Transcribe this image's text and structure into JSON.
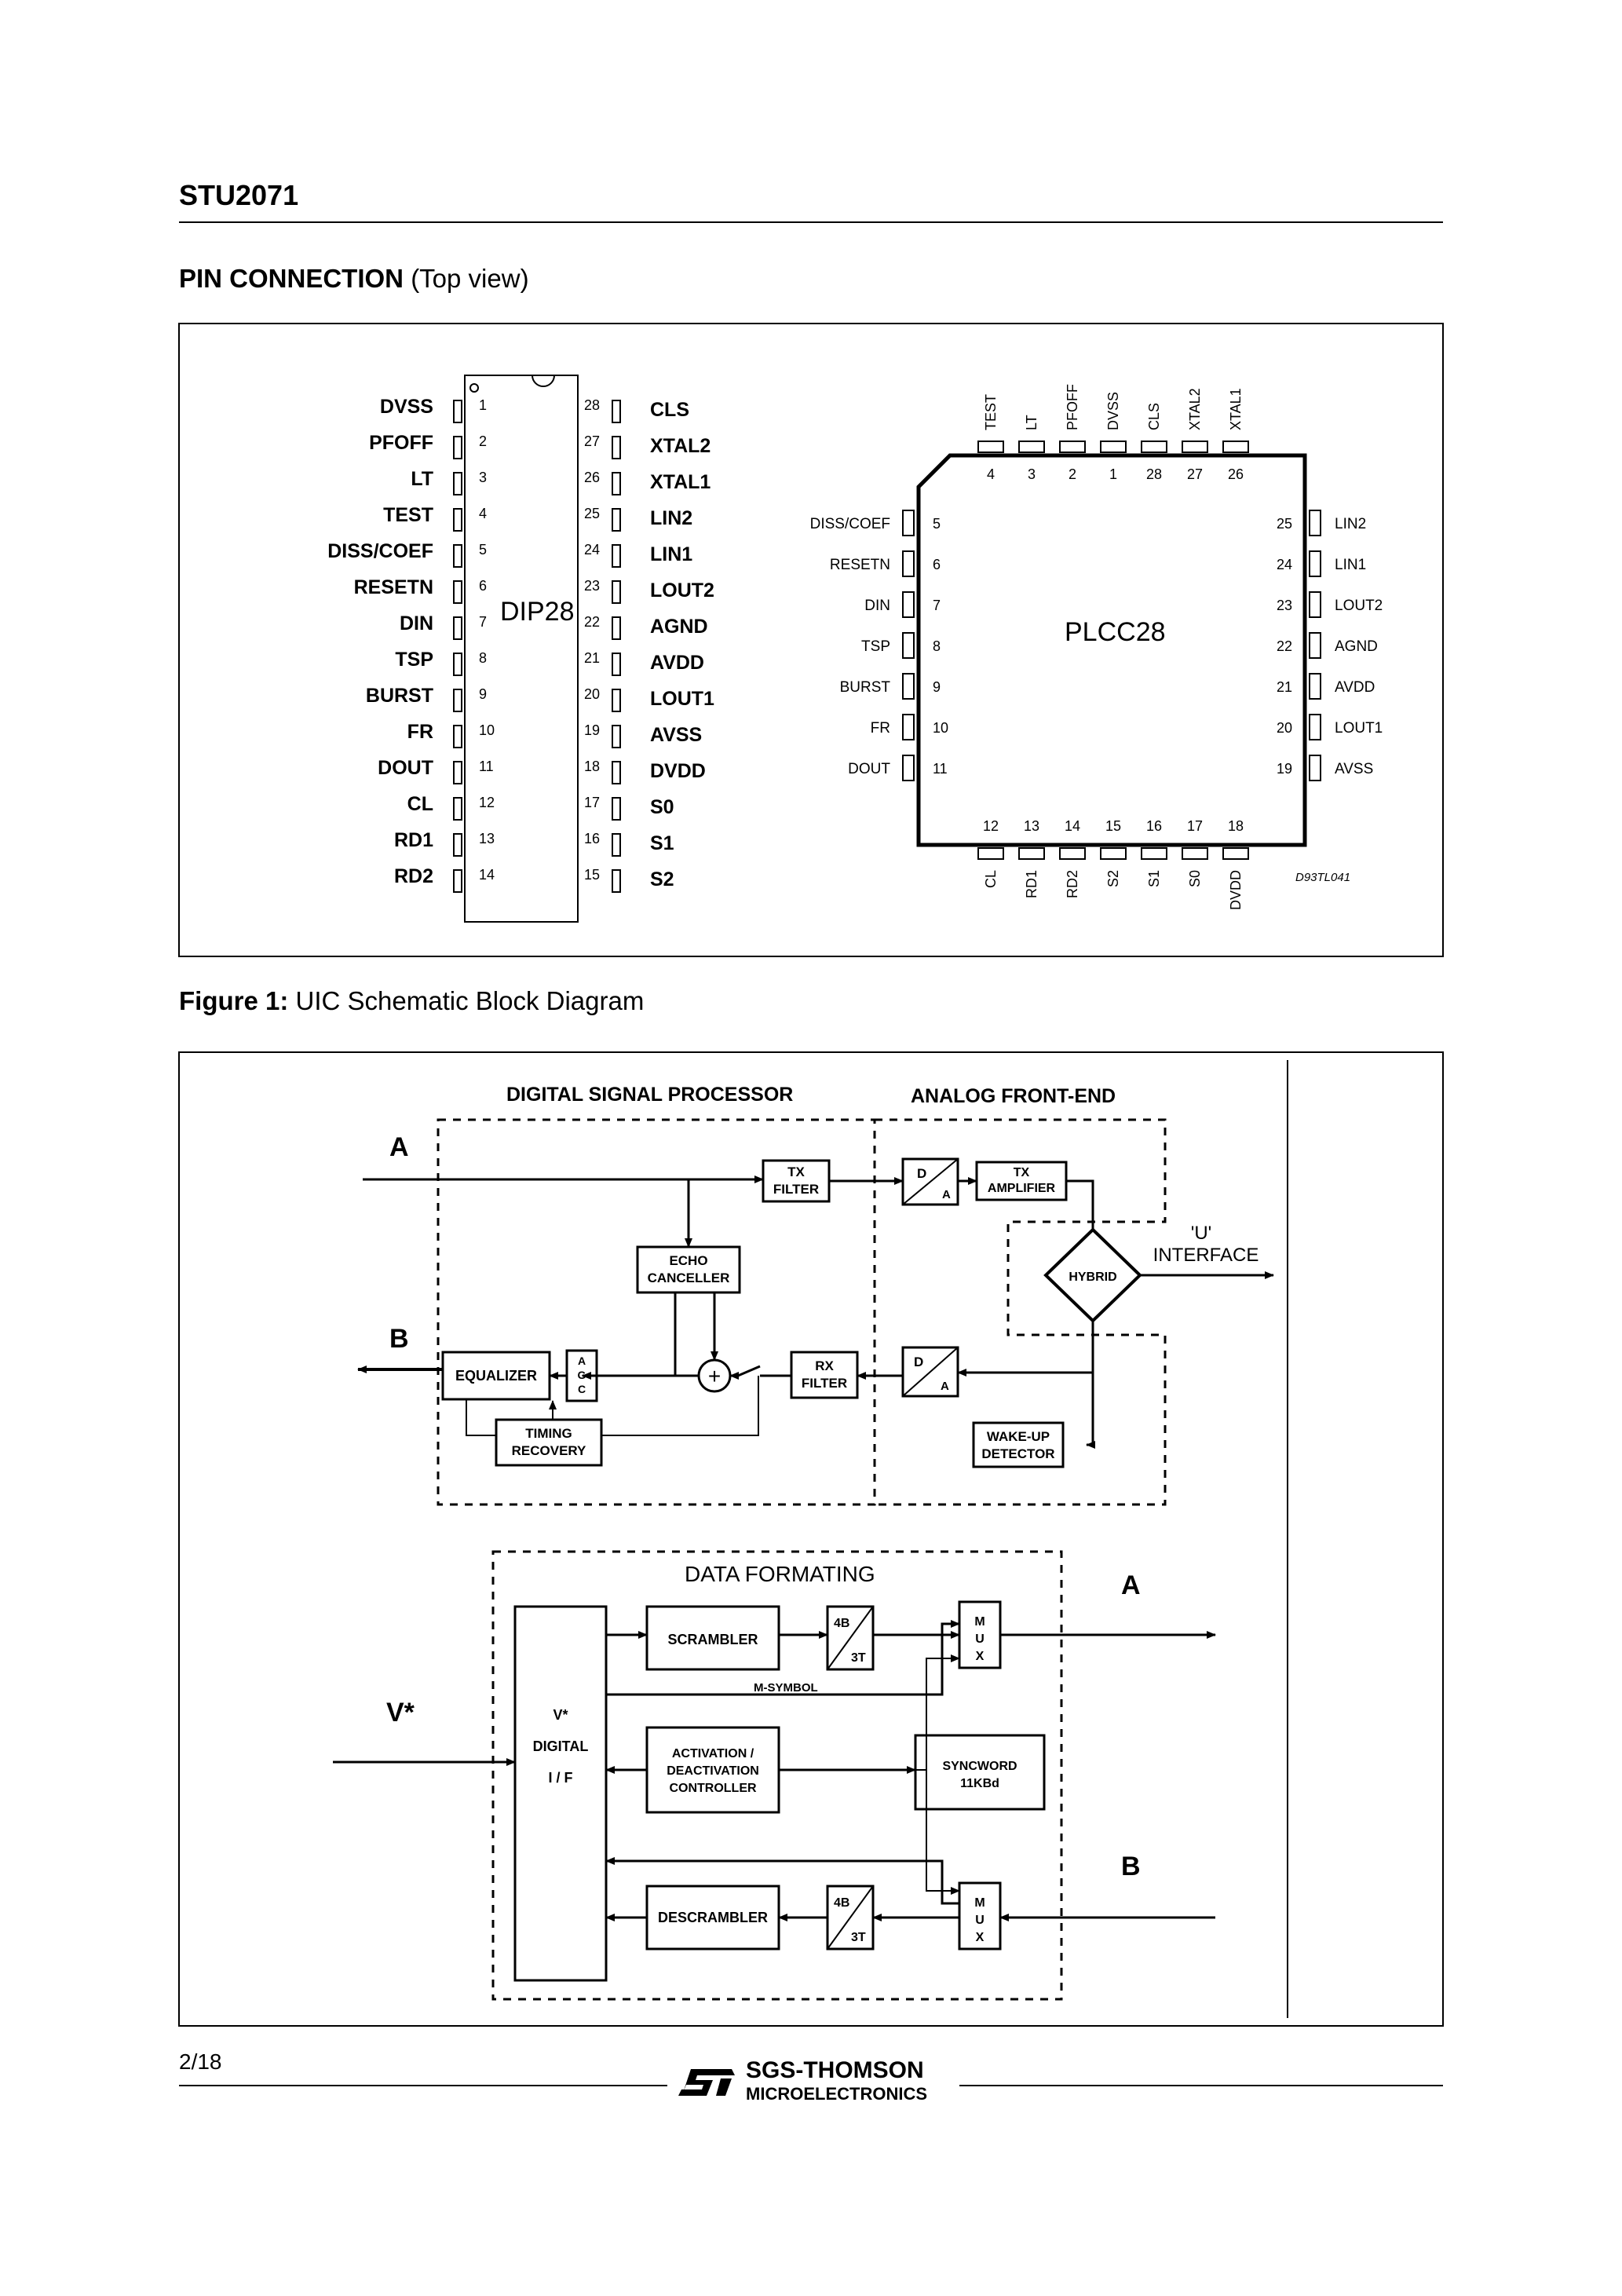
{
  "header": {
    "part_number": "STU2071"
  },
  "pin_section": {
    "heading": "PIN CONNECTION",
    "subheading": "(Top view)"
  },
  "dip": {
    "label": "DIP28",
    "left_pins": [
      {
        "num": "1",
        "name": "DVSS"
      },
      {
        "num": "2",
        "name": "PFOFF"
      },
      {
        "num": "3",
        "name": "LT"
      },
      {
        "num": "4",
        "name": "TEST"
      },
      {
        "num": "5",
        "name": "DISS/COEF"
      },
      {
        "num": "6",
        "name": "RESETN"
      },
      {
        "num": "7",
        "name": "DIN"
      },
      {
        "num": "8",
        "name": "TSP"
      },
      {
        "num": "9",
        "name": "BURST"
      },
      {
        "num": "10",
        "name": "FR"
      },
      {
        "num": "11",
        "name": "DOUT"
      },
      {
        "num": "12",
        "name": "CL"
      },
      {
        "num": "13",
        "name": "RD1"
      },
      {
        "num": "14",
        "name": "RD2"
      }
    ],
    "right_pins": [
      {
        "num": "28",
        "name": "CLS"
      },
      {
        "num": "27",
        "name": "XTAL2"
      },
      {
        "num": "26",
        "name": "XTAL1"
      },
      {
        "num": "25",
        "name": "LIN2"
      },
      {
        "num": "24",
        "name": "LIN1"
      },
      {
        "num": "23",
        "name": "LOUT2"
      },
      {
        "num": "22",
        "name": "AGND"
      },
      {
        "num": "21",
        "name": "AVDD"
      },
      {
        "num": "20",
        "name": "LOUT1"
      },
      {
        "num": "19",
        "name": "AVSS"
      },
      {
        "num": "18",
        "name": "DVDD"
      },
      {
        "num": "17",
        "name": "S0"
      },
      {
        "num": "16",
        "name": "S1"
      },
      {
        "num": "15",
        "name": "S2"
      }
    ]
  },
  "plcc": {
    "label": "PLCC28",
    "code": "D93TL041",
    "top_pins": [
      {
        "num": "4",
        "name": "TEST"
      },
      {
        "num": "3",
        "name": "LT"
      },
      {
        "num": "2",
        "name": "PFOFF"
      },
      {
        "num": "1",
        "name": "DVSS"
      },
      {
        "num": "28",
        "name": "CLS"
      },
      {
        "num": "27",
        "name": "XTAL2"
      },
      {
        "num": "26",
        "name": "XTAL1"
      }
    ],
    "left_pins": [
      {
        "num": "5",
        "name": "DISS/COEF"
      },
      {
        "num": "6",
        "name": "RESETN"
      },
      {
        "num": "7",
        "name": "DIN"
      },
      {
        "num": "8",
        "name": "TSP"
      },
      {
        "num": "9",
        "name": "BURST"
      },
      {
        "num": "10",
        "name": "FR"
      },
      {
        "num": "11",
        "name": "DOUT"
      }
    ],
    "right_pins": [
      {
        "num": "25",
        "name": "LIN2"
      },
      {
        "num": "24",
        "name": "LIN1"
      },
      {
        "num": "23",
        "name": "LOUT2"
      },
      {
        "num": "22",
        "name": "AGND"
      },
      {
        "num": "21",
        "name": "AVDD"
      },
      {
        "num": "20",
        "name": "LOUT1"
      },
      {
        "num": "19",
        "name": "AVSS"
      }
    ],
    "bottom_pins": [
      {
        "num": "12",
        "name": "CL"
      },
      {
        "num": "13",
        "name": "RD1"
      },
      {
        "num": "14",
        "name": "RD2"
      },
      {
        "num": "15",
        "name": "S2"
      },
      {
        "num": "16",
        "name": "S1"
      },
      {
        "num": "17",
        "name": "S0"
      },
      {
        "num": "18",
        "name": "DVDD"
      }
    ]
  },
  "figure": {
    "label": "Figure 1:",
    "caption": "UIC Schematic Block Diagram"
  },
  "diagram": {
    "dsp_title": "DIGITAL SIGNAL PROCESSOR",
    "afe_title": "ANALOG FRONT-END",
    "input_a": "A",
    "output_b": "B",
    "tx_filter": [
      "TX",
      "FILTER"
    ],
    "echo_canceller": [
      "ECHO",
      "CANCELLER"
    ],
    "equalizer": "EQUALIZER",
    "agc": [
      "A",
      "G",
      "C"
    ],
    "timing_recovery": [
      "TIMING",
      "RECOVERY"
    ],
    "rx_filter": [
      "RX",
      "FILTER"
    ],
    "da": [
      "D",
      "A"
    ],
    "ad": [
      "D",
      "A"
    ],
    "tx_amplifier": [
      "TX",
      "AMPLIFIER"
    ],
    "hybrid": "HYBRID",
    "u_interface": [
      "'U'",
      "INTERFACE"
    ],
    "wakeup_detector": [
      "WAKE-UP",
      "DETECTOR"
    ],
    "data_formating": "DATA FORMATING",
    "v_in": "V*",
    "v_digital": [
      "V*",
      "DIGITAL",
      "I / F"
    ],
    "scrambler": "SCRAMBLER",
    "conv_4b3t": [
      "4B",
      "3T"
    ],
    "mux": [
      "M",
      "U",
      "X"
    ],
    "m_symbol": "M-SYMBOL",
    "activation": [
      "ACTIVATION /",
      "DEACTIVATION",
      "CONTROLLER"
    ],
    "syncword": [
      "SYNCWORD",
      "11KBd"
    ],
    "descrambler": "DESCRAMBLER",
    "out_a": "A",
    "out_b": "B"
  },
  "footer": {
    "page": "2/18",
    "company": "SGS-THOMSON",
    "division": "MICROELECTRONICS"
  }
}
